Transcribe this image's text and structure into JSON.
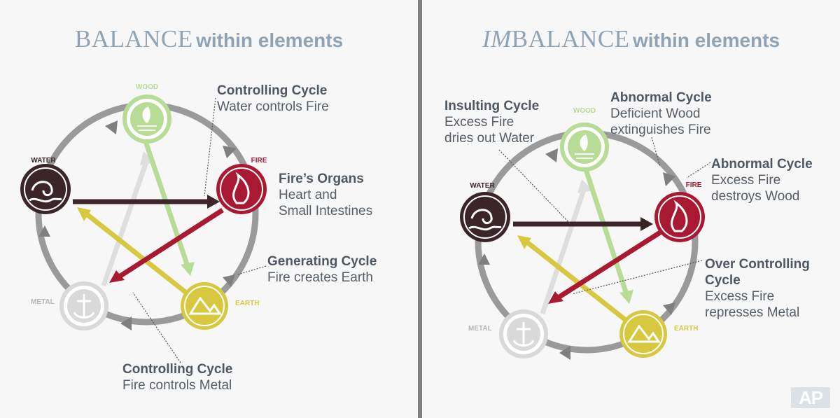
{
  "left": {
    "title_prefix": "BALANCE",
    "title_suffix": "within elements",
    "elements": {
      "wood": "WOOD",
      "fire": "FIRE",
      "earth": "EARTH",
      "metal": "METAL",
      "water": "WATER"
    },
    "annotations": {
      "controlling_top": {
        "heading": "Controlling Cycle",
        "line1": "Water controls Fire"
      },
      "organs": {
        "heading": "Fire’s Organs",
        "line1": "Heart and",
        "line2": "Small Intestines"
      },
      "generating": {
        "heading": "Generating Cycle",
        "line1": "Fire creates Earth"
      },
      "controlling_bottom": {
        "heading": "Controlling Cycle",
        "line1": "Fire controls Metal"
      }
    }
  },
  "right": {
    "title_prefix_italic": "IM",
    "title_prefix": "BALANCE",
    "title_suffix": "within elements",
    "elements": {
      "wood": "WOOD",
      "fire": "FIRE",
      "earth": "EARTH",
      "metal": "METAL",
      "water": "WATER"
    },
    "annotations": {
      "insulting": {
        "heading": "Insulting Cycle",
        "line1": "Excess Fire",
        "line2": "dries out Water"
      },
      "abnormal_top": {
        "heading": "Abnormal Cycle",
        "line1": "Deficient Wood",
        "line2": "extinguishes Fire"
      },
      "abnormal_right": {
        "heading": "Abnormal Cycle",
        "line1": "Excess Fire",
        "line2": "destroys Wood"
      },
      "over_controlling": {
        "heading": "Over Controlling",
        "heading2": "Cycle",
        "line1": "Excess Fire",
        "line2": "represses Metal"
      }
    }
  },
  "colors": {
    "wood": "#b7dc95",
    "fire": "#a91932",
    "earth": "#d8c83f",
    "metal": "#d9d9d9",
    "water": "#3b2528",
    "cycle": "#9a9a9a",
    "text": "#555d66",
    "title": "#8fa3b4"
  },
  "logo": "AP"
}
